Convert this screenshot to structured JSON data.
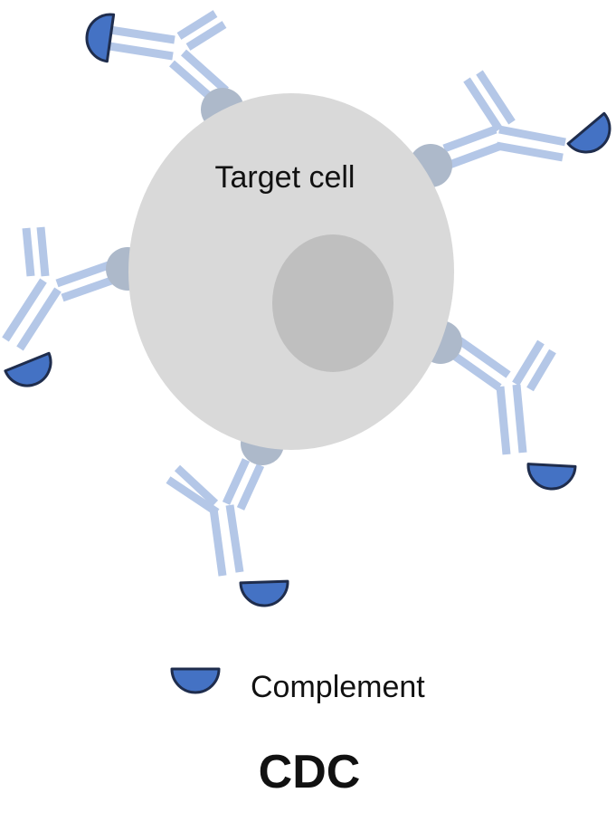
{
  "cell": {
    "label": "Target cell",
    "fill": "#d9d9d9",
    "nucleus_fill": "#bfbfbf"
  },
  "antibody": {
    "color": "#b4c7e7",
    "receptor_color": "#adb9ca"
  },
  "complement": {
    "fill": "#4472c4",
    "stroke": "#1f2d4d"
  },
  "legend": {
    "complement_label": "Complement"
  },
  "title": "CDC"
}
